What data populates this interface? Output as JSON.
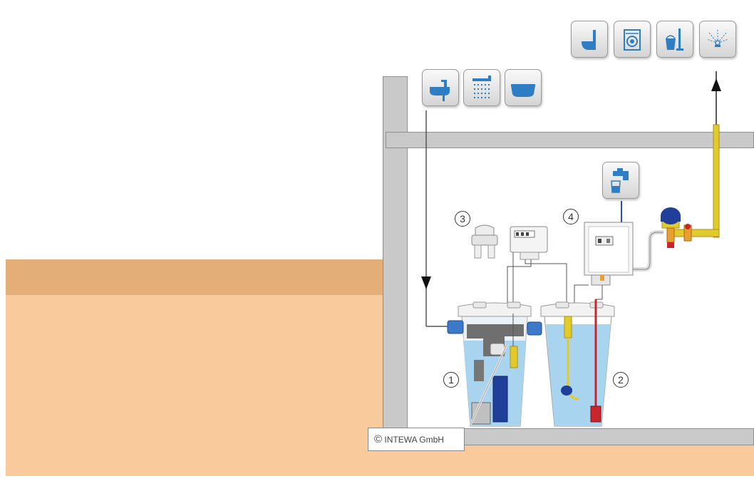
{
  "colors": {
    "accent": "#2f7ec3",
    "water": "#a9d4ef",
    "ground": "#f9cb9c",
    "ground_top": "#e3ae78",
    "wall": "#c9c9c9",
    "pipe_yellow": "#e2c92c",
    "pipe_red": "#c8262c"
  },
  "icons": {
    "outputs": [
      "toilet-icon",
      "washing-machine-icon",
      "cleaning-bucket-icon",
      "garden-sprinkler-icon"
    ],
    "inputs": [
      "wash-basin-icon",
      "shower-icon",
      "bathtub-icon"
    ],
    "faucet": "drinking-water-tap-icon"
  },
  "labels": {
    "n1": "1",
    "n2": "2",
    "n3": "3",
    "n4": "4"
  },
  "copyright": {
    "symbol": "©",
    "text": "INTEWA GmbH"
  }
}
